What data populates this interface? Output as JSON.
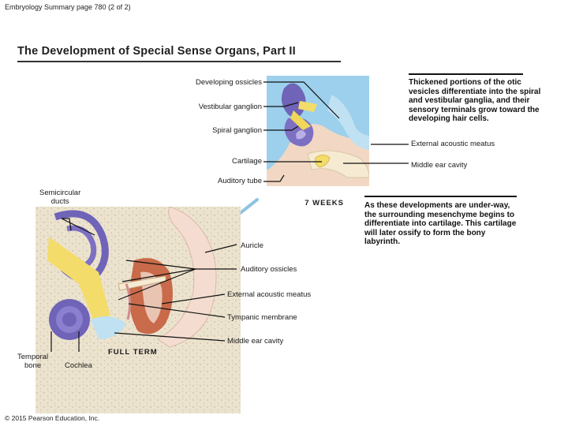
{
  "header": "Embryology Summary page 780 (2 of 2)",
  "title": "The Development of Special Sense Organs, Part II",
  "labels": {
    "developing_ossicles": "Developing ossicles",
    "vestibular_ganglion": "Vestibular ganglion",
    "spiral_ganglion": "Spiral ganglion",
    "external_acoustic_meatus_top": "External acoustic meatus",
    "cartilage": "Cartilage",
    "middle_ear_cavity_top": "Middle ear cavity",
    "auditory_tube": "Auditory tube",
    "semicircular_ducts": "Semicircular\nducts",
    "auricle": "Auricle",
    "auditory_ossicles": "Auditory ossicles",
    "external_acoustic_meatus_bottom": "External acoustic meatus",
    "tympanic_membrane": "Tympanic membrane",
    "middle_ear_cavity_bottom": "Middle ear cavity",
    "temporal_bone": "Temporal\nbone",
    "cochlea": "Cochlea"
  },
  "stages": {
    "seven_weeks": "7 WEEKS",
    "full_term": "FULL TERM"
  },
  "paragraphs": {
    "otic": "Thickened portions of the otic vesicles differentiate into the spiral and vestibular ganglia, and their sensory terminals grow toward the developing hair cells.",
    "mesenchyme": "As these developments are under-way, the surrounding mesenchyme begins to differentiate into cartilage. This cartilage will later ossify to form the bony labyrinth."
  },
  "copyright": "© 2015 Pearson Education, Inc.",
  "colors": {
    "fluid_blue": "#8cc6e6",
    "labyrinth_purple": "#6f64b8",
    "nerve_yellow": "#f3dc6a",
    "tissue_peach": "#f2d6c0",
    "cartilage_cream": "#f6ead2",
    "bone_speckle": "#e6dcc6",
    "canal_red": "#c96a4a"
  }
}
